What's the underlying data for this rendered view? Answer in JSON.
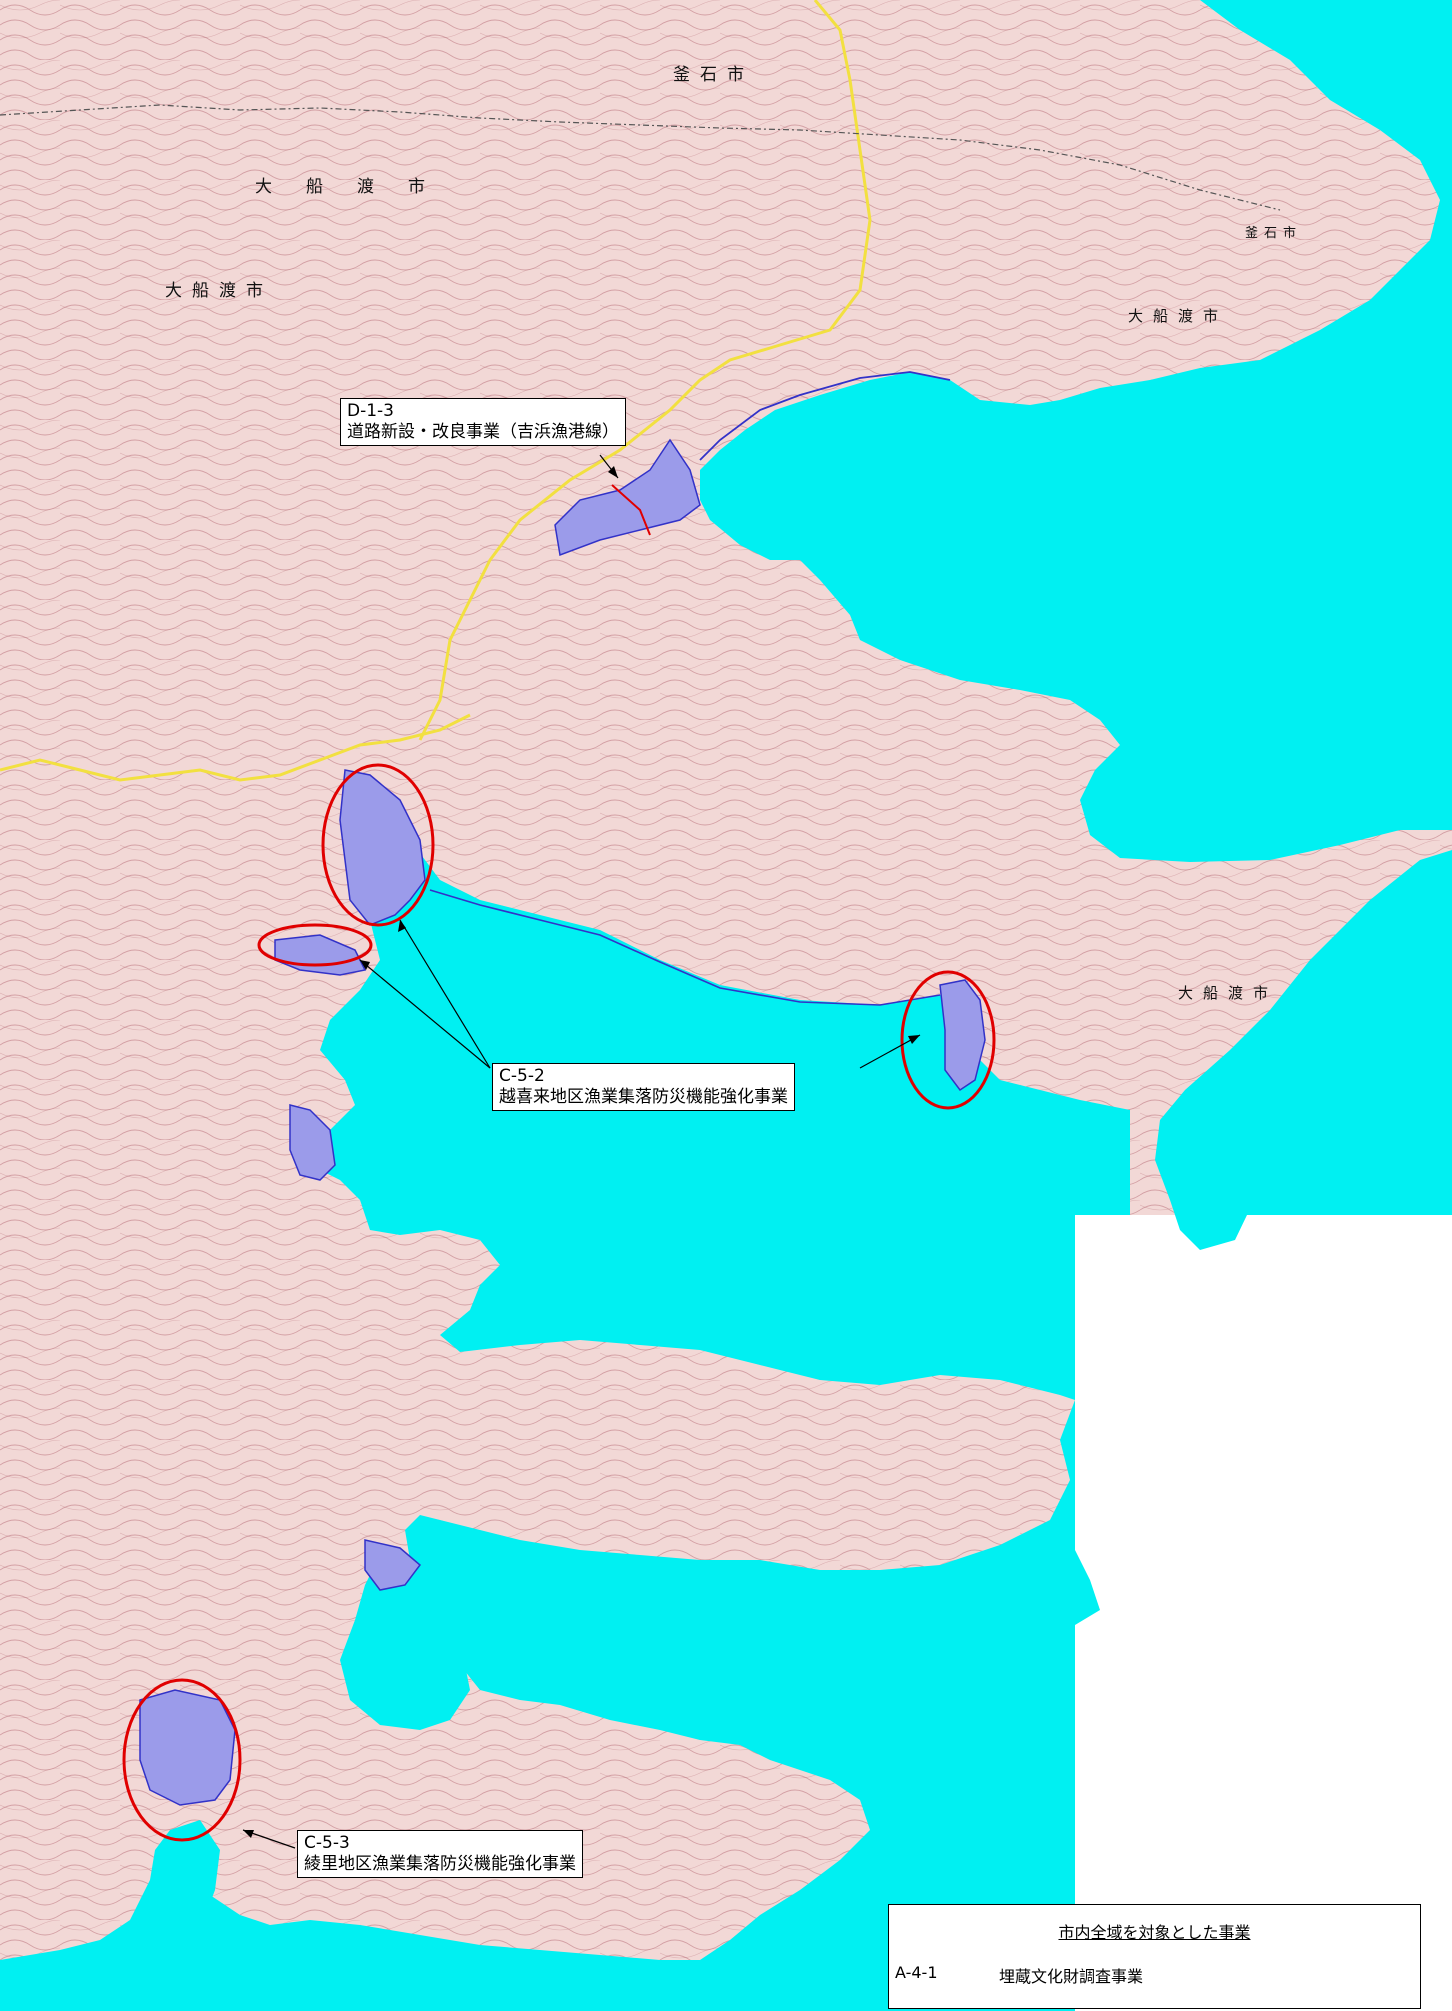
{
  "colors": {
    "sea": "#00F0F2",
    "land": "#F2D8D6",
    "contour": "#B9707A",
    "project_area": "#9B9BEA",
    "project_outline": "#3232C8",
    "circle": "#E00000",
    "road": "#F2E040",
    "boundary": "#555555",
    "background": "#FFFFFF"
  },
  "city_labels": [
    {
      "id": "kamaishi-top",
      "text": "釜石市"
    },
    {
      "id": "ofunato-top",
      "text": "大船渡市"
    },
    {
      "id": "ofunato-left",
      "text": "大船渡市"
    },
    {
      "id": "kamaishi-right",
      "text": "釜石市"
    },
    {
      "id": "ofunato-right",
      "text": "大船渡市"
    },
    {
      "id": "ofunato-east",
      "text": "大船渡市"
    }
  ],
  "callouts": [
    {
      "id": "d-1-3",
      "code": "D-1-3",
      "name": "道路新設・改良事業（吉浜漁港線）"
    },
    {
      "id": "c-5-2",
      "code": "C-5-2",
      "name": "越喜来地区漁業集落防災機能強化事業"
    },
    {
      "id": "c-5-3",
      "code": "C-5-3",
      "name": "綾里地区漁業集落防災機能強化事業"
    }
  ],
  "legend": {
    "title": "市内全域を対象とした事業",
    "code": "A-4-1",
    "name": "埋蔵文化財調査事業"
  }
}
